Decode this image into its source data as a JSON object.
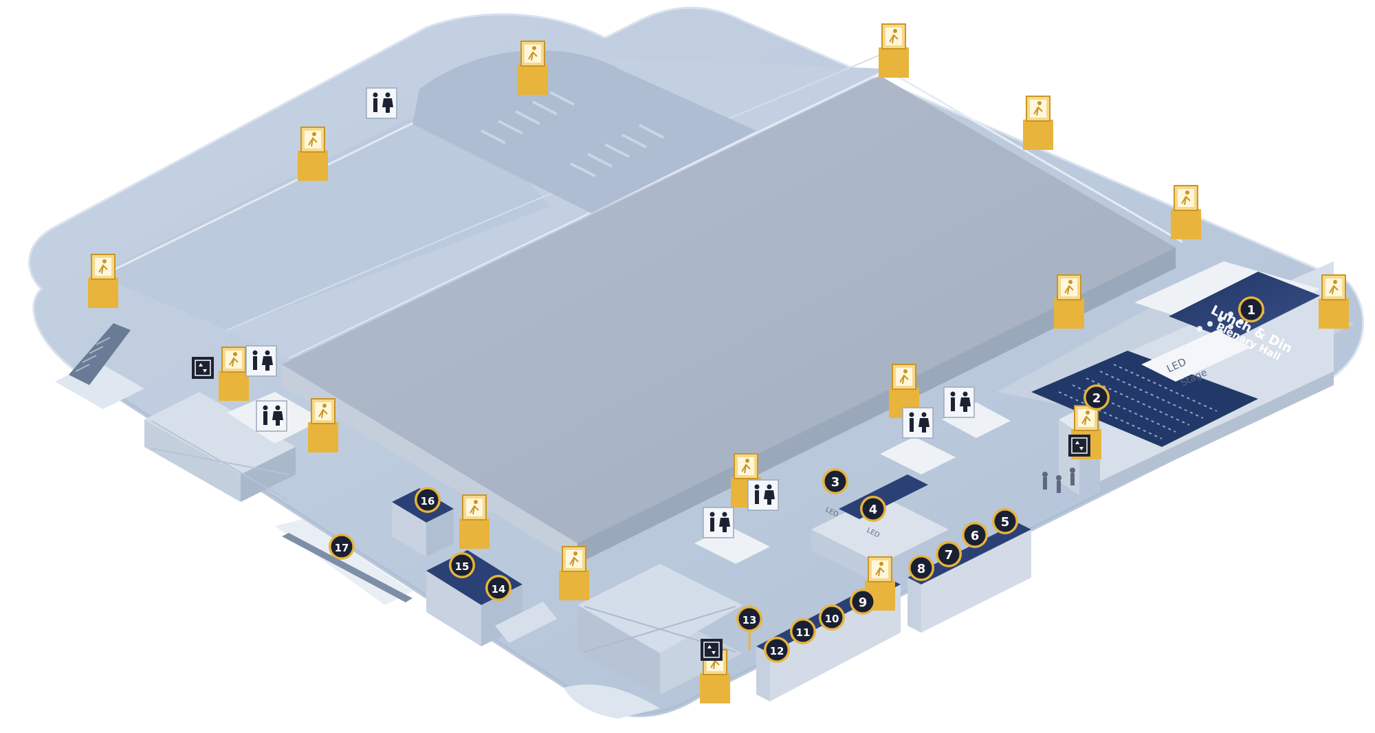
{
  "hall": {
    "title": "Lunch & Din",
    "subtitle": "Plenary Hall"
  },
  "stage": {
    "screen_label": "LED",
    "stage_label": "Stage"
  },
  "booth_screens": {
    "booth3": "LED",
    "booth4": "LED"
  },
  "markers": [
    {
      "id": "1",
      "label": "1"
    },
    {
      "id": "2",
      "label": "2"
    },
    {
      "id": "3",
      "label": "3"
    },
    {
      "id": "4",
      "label": "4"
    },
    {
      "id": "5",
      "label": "5"
    },
    {
      "id": "6",
      "label": "6"
    },
    {
      "id": "7",
      "label": "7"
    },
    {
      "id": "8",
      "label": "8"
    },
    {
      "id": "9",
      "label": "9"
    },
    {
      "id": "10",
      "label": "10"
    },
    {
      "id": "11",
      "label": "11"
    },
    {
      "id": "12",
      "label": "12"
    },
    {
      "id": "13",
      "label": "13"
    },
    {
      "id": "14",
      "label": "14"
    },
    {
      "id": "15",
      "label": "15"
    },
    {
      "id": "16",
      "label": "16"
    },
    {
      "id": "17",
      "label": "17"
    }
  ],
  "icons": {
    "exit": "emergency-exit-icon",
    "restroom": "restroom-icon",
    "elevator": "elevator-icon",
    "escalator": "escalator-icon"
  },
  "colors": {
    "floor": "#b7c6da",
    "floor_light": "#c9d5e4",
    "hall_floor": "#a9b6c8",
    "walls": "#dde5ef",
    "accent_gold": "#f2c04b",
    "marker_fill": "#1a2033",
    "plenary_blue": "#2a3f72",
    "booth_blue": "#2d4478"
  }
}
